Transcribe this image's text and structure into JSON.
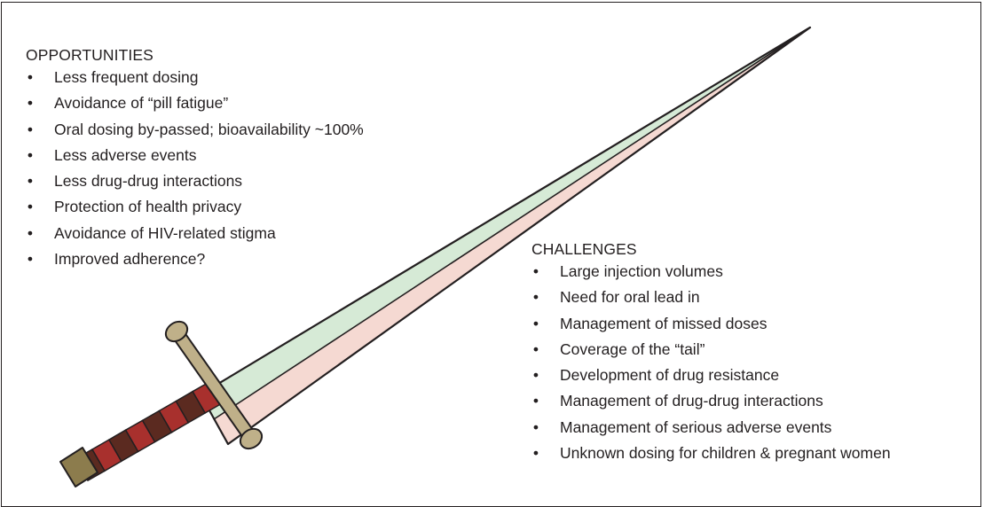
{
  "opportunities": {
    "title": "OPPORTUNITIES",
    "items": [
      "Less frequent dosing",
      "Avoidance of “pill fatigue”",
      "Oral dosing by-passed; bioavailability ~100%",
      "Less adverse events",
      "Less drug-drug interactions",
      "Protection of health privacy",
      "Avoidance of HIV-related stigma",
      "Improved adherence?"
    ]
  },
  "challenges": {
    "title": "CHALLENGES",
    "items": [
      "Large injection volumes",
      "Need for oral lead in",
      "Management of missed doses",
      "Coverage of the “tail”",
      "Development of drug resistance",
      "Management of drug-drug interactions",
      "Management of serious adverse events",
      "Unknown dosing for children & pregnant women"
    ]
  },
  "bullet_char": "•",
  "colors": {
    "blade_upper": "#d6ead6",
    "blade_lower": "#f5d9d2",
    "outline": "#231f20",
    "guard": "#bfb089",
    "grip_dark": "#5b2a20",
    "grip_red": "#a8302d",
    "pommel": "#8c7c4d"
  }
}
